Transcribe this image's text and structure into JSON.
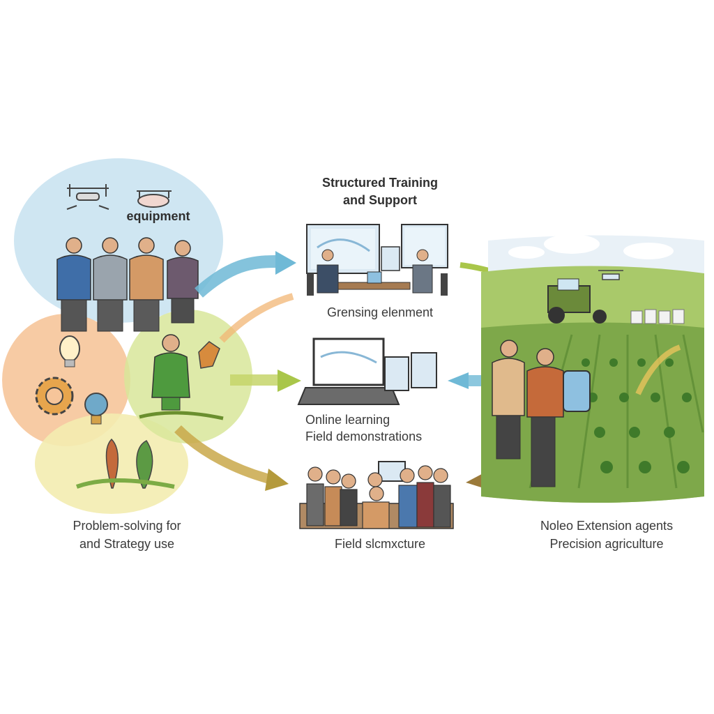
{
  "title": {
    "line1": "Structured Training",
    "line2": "and Support"
  },
  "labels": {
    "equipment": "equipment",
    "top_center": "Grensing elenment",
    "mid_center_1": "Online learning",
    "mid_center_2": "Field demonstrations",
    "bottom_center": "Field slcmxcture",
    "left_1": "Problem-solving for",
    "left_2": "and Strategy use",
    "right_1": "Noleo Extension agents",
    "right_2": "Precision agriculture"
  },
  "colors": {
    "sky_blue": "#cfe6f2",
    "orange": "#f6c59a",
    "light_yellow": "#f3ecb0",
    "lime": "#d8e69a",
    "field_green": "#7ea84a",
    "arrow_blue": "#6fb9d6",
    "arrow_green": "#a9c64a",
    "arrow_orange": "#f2b574",
    "arrow_olive": "#b49a3c",
    "arrow_brown": "#9b7a3a"
  }
}
